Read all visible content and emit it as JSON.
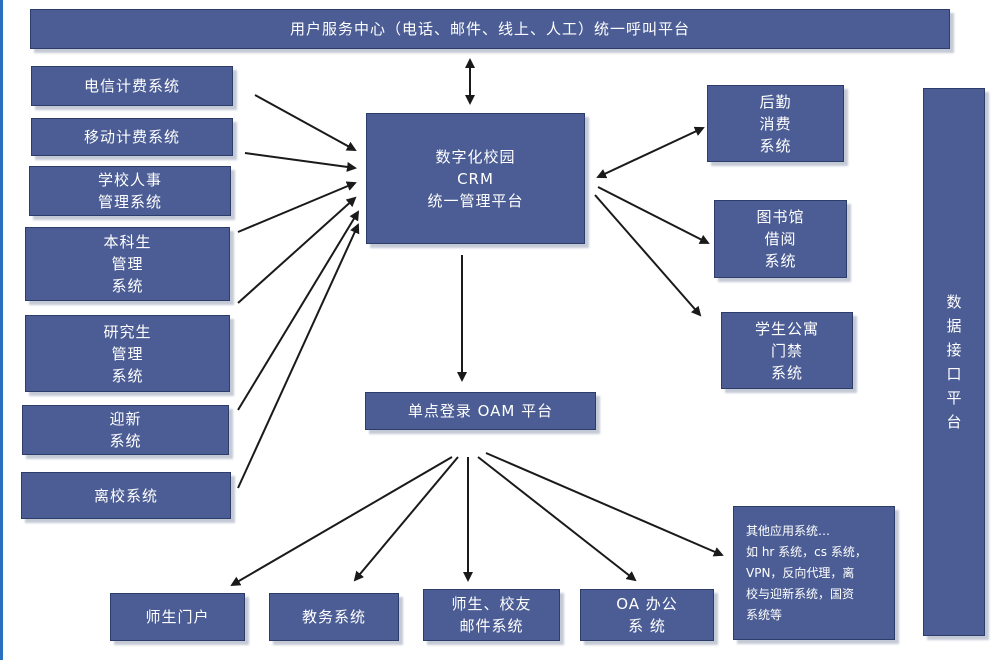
{
  "colors": {
    "box": "#4b5d94",
    "box_border": "#2e3c6a",
    "text": "#ffffff",
    "arrow": "#1a1a1a",
    "shadow": "#c4c9d6"
  },
  "nodes": {
    "top_center": "用户服务中心（电话、邮件、线上、人工）统一呼叫平台",
    "telecom": "电信计费系统",
    "mobile": "移动计费系统",
    "hr": "学校人事\n管理系统",
    "undergrad": "本科生\n管理\n系统",
    "graduate": "研究生\n管理\n系统",
    "welcome": "迎新\n系统",
    "leave": "离校系统",
    "crm": "数字化校园\nCRM\n统一管理平台",
    "logistics": "后勤\n消费\n系统",
    "library": "图书馆\n借阅\n系统",
    "dorm": "学生公寓\n门禁\n系统",
    "data_interface": "数\n据\n接\n口\n平\n台",
    "oam": "单点登录 OAM 平台",
    "portal": "师生门户",
    "academic": "教务系统",
    "mail": "师生、校友\n邮件系统",
    "oa": "OA 办公\n系 统",
    "other": "其他应用系统…\n如 hr 系统，cs 系统，\nVPN，反向代理，离\n校与迎新系统，国资\n系统等"
  }
}
